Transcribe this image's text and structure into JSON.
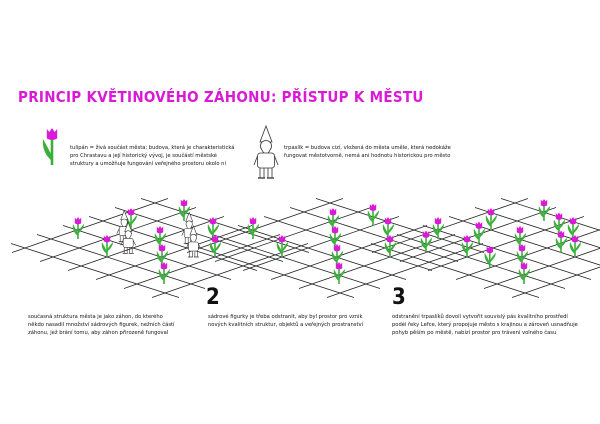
{
  "title": "PRINCIP KVĚTINOVÉHO ZÁHONU: PŘÍSTUP K MĚSTU",
  "legend": {
    "tulip": {
      "icon": "tulip-icon",
      "text": "tulipán = živá součást města; budova, která je charakteristická pro Chrastavu a její historický vývoj, je součástí městské struktury a umožňuje fungování veřejného prostoru okolo ní"
    },
    "gnome": {
      "icon": "gnome-icon",
      "text": "trpaslík = budova cizí, vložená do města uměle, která nedokáže fungovat městotvorně, nemá ani hodnotu historickou pro město"
    }
  },
  "steps": [
    {
      "number": "",
      "caption": "současná struktura města je jako záhon, do kterého někdo nasadil množství sádrových figurek, nežních částí záhonu, jež brání tomu, aby záhon přirozeně fungoval"
    },
    {
      "number": "2",
      "caption": "sádrové figurky je třeba odstranit, aby byl prostor pro vznik nových kvalitních struktur, objektů a veřejných prostranství"
    },
    {
      "number": "3",
      "caption": "odstranění trpaslíků dovolí vytvořit souvislý pás kvalitního prostředí podél řeky Lefce, který propojuje město s krajinou a zároveň usnadňuje pohyb pěším po městě, nabízí prostor pro trávení volného času"
    }
  ],
  "colors": {
    "accent": "#d91ad6",
    "tulip_petal": "#d91ad6",
    "stem": "#3cae3c",
    "grid": "#222222",
    "text": "#111111"
  }
}
